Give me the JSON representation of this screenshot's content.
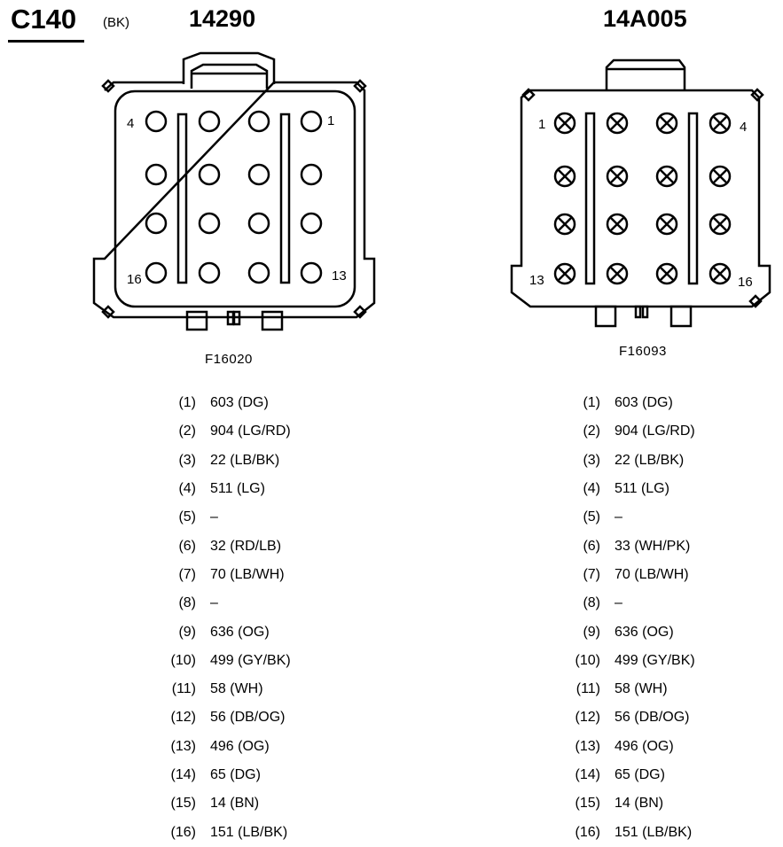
{
  "connector": {
    "id": "C140",
    "color_code": "(BK)"
  },
  "left": {
    "part_number": "14290",
    "figure_code": "F16020",
    "pin_labels": [
      "4",
      "1",
      "16",
      "13"
    ],
    "pins": [
      {
        "num": "(1)",
        "value": "603 (DG)"
      },
      {
        "num": "(2)",
        "value": "904 (LG/RD)"
      },
      {
        "num": "(3)",
        "value": "22 (LB/BK)"
      },
      {
        "num": "(4)",
        "value": "511 (LG)"
      },
      {
        "num": "(5)",
        "value": "–"
      },
      {
        "num": "(6)",
        "value": "32 (RD/LB)"
      },
      {
        "num": "(7)",
        "value": "70 (LB/WH)"
      },
      {
        "num": "(8)",
        "value": "–"
      },
      {
        "num": "(9)",
        "value": "636 (OG)"
      },
      {
        "num": "(10)",
        "value": "499 (GY/BK)"
      },
      {
        "num": "(11)",
        "value": "58 (WH)"
      },
      {
        "num": "(12)",
        "value": "56 (DB/OG)"
      },
      {
        "num": "(13)",
        "value": "496 (OG)"
      },
      {
        "num": "(14)",
        "value": "65 (DG)"
      },
      {
        "num": "(15)",
        "value": "14 (BN)"
      },
      {
        "num": "(16)",
        "value": "151 (LB/BK)"
      }
    ]
  },
  "right": {
    "part_number": "14A005",
    "figure_code": "F16093",
    "pin_labels": [
      "1",
      "4",
      "13",
      "16"
    ],
    "pins": [
      {
        "num": "(1)",
        "value": "603 (DG)"
      },
      {
        "num": "(2)",
        "value": "904 (LG/RD)"
      },
      {
        "num": "(3)",
        "value": "22 (LB/BK)"
      },
      {
        "num": "(4)",
        "value": "511 (LG)"
      },
      {
        "num": "(5)",
        "value": "–"
      },
      {
        "num": "(6)",
        "value": "33 (WH/PK)"
      },
      {
        "num": "(7)",
        "value": "70 (LB/WH)"
      },
      {
        "num": "(8)",
        "value": "–"
      },
      {
        "num": "(9)",
        "value": "636 (OG)"
      },
      {
        "num": "(10)",
        "value": "499 (GY/BK)"
      },
      {
        "num": "(11)",
        "value": "58 (WH)"
      },
      {
        "num": "(12)",
        "value": "56 (DB/OG)"
      },
      {
        "num": "(13)",
        "value": "496 (OG)"
      },
      {
        "num": "(14)",
        "value": "65 (DG)"
      },
      {
        "num": "(15)",
        "value": "14 (BN)"
      },
      {
        "num": "(16)",
        "value": "151 (LB/BK)"
      }
    ]
  }
}
